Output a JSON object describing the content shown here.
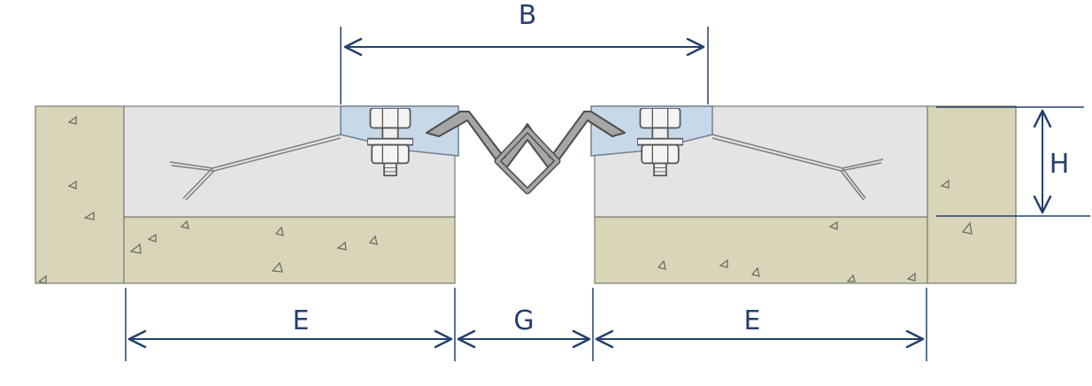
{
  "diagram": {
    "labels": {
      "b": "B",
      "h": "H",
      "e_left": "E",
      "g": "G",
      "e_right": "E"
    },
    "colors": {
      "concrete": "#d8d5b8",
      "nosing": "#e4e4e4",
      "rail": "#c7d8e8",
      "seal": "#9a9a9a",
      "dimension": "#24406e"
    }
  }
}
